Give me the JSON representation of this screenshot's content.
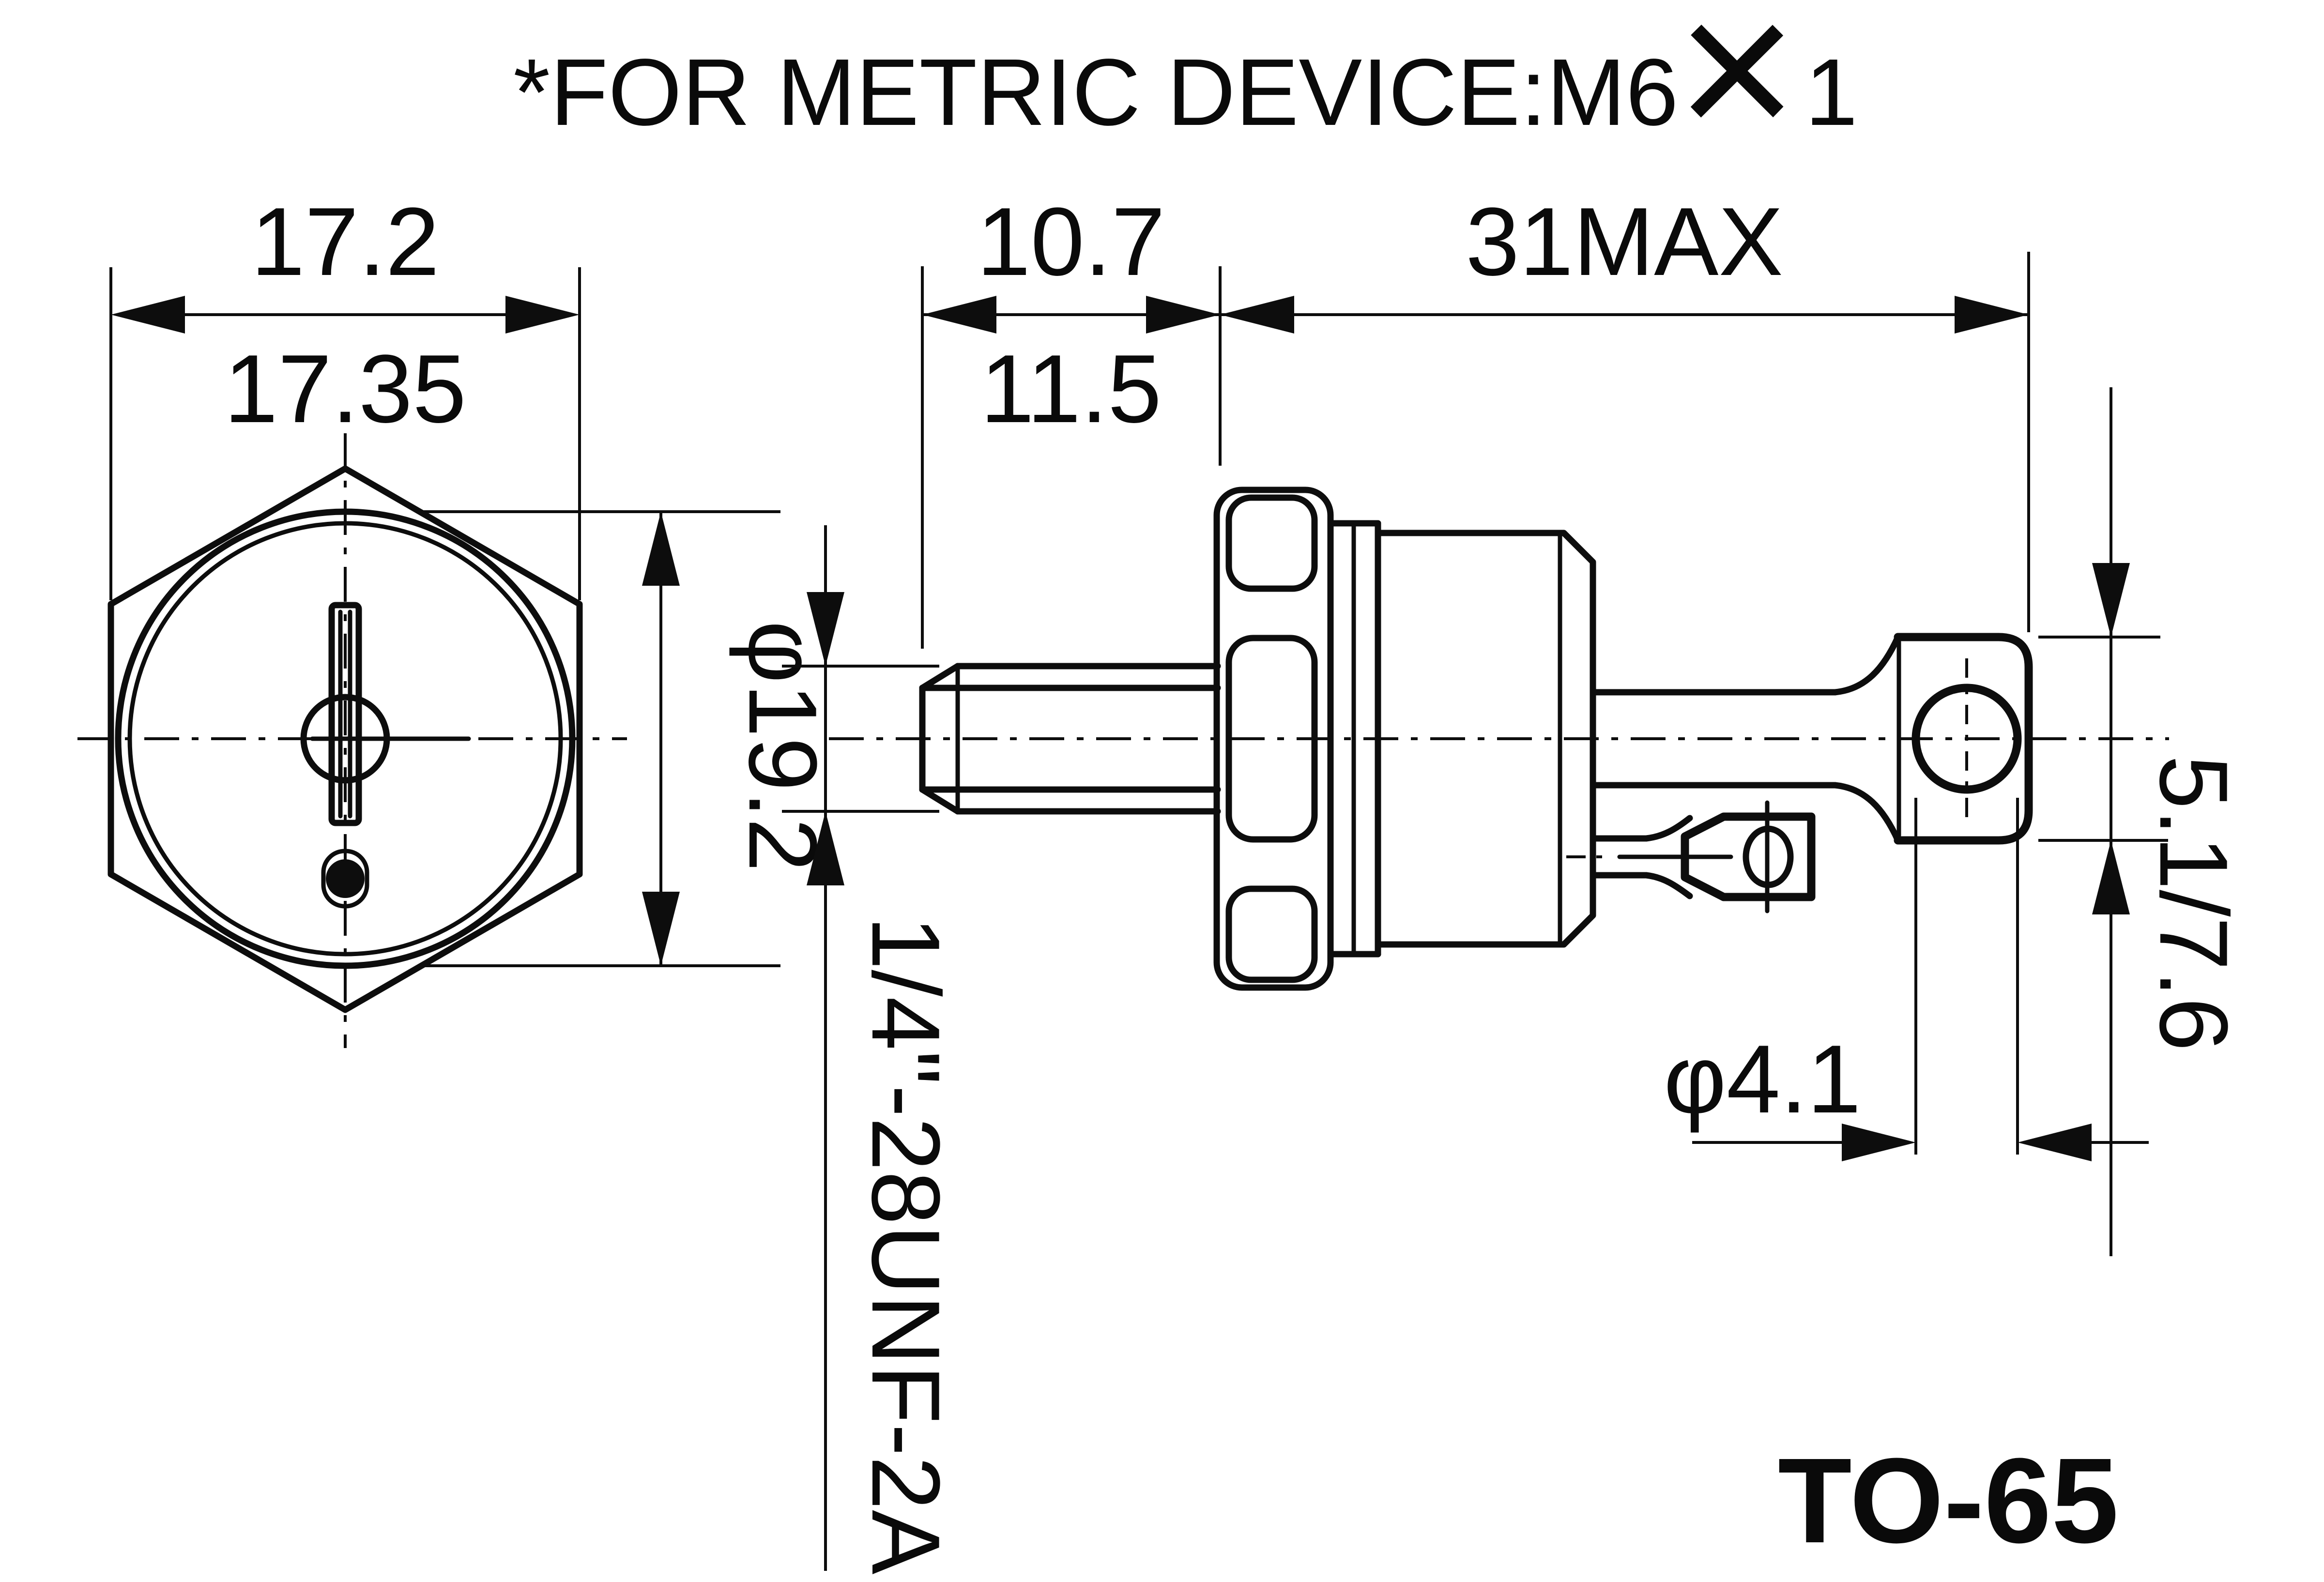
{
  "drawing_title": {
    "prefix": "*FOR METRIC DEVICE:M6",
    "multiplier": "×",
    "suffix": "1"
  },
  "package_label": "TO-65",
  "front_view": {
    "across_flats_a": "17.2",
    "across_flats_b": "17.35",
    "body_diameter": "φ19.2"
  },
  "side_view": {
    "thread_length_a": "10.7",
    "thread_length_b": "11.5",
    "overall_length": "31MAX",
    "terminal_hole_diameter": "φ4.1",
    "terminal_height": "5.1/7.6",
    "thread_spec": "1/4\"-28UNF-2A"
  },
  "colors": {
    "ink": "#0d0d0d",
    "paper": "#ffffff"
  }
}
